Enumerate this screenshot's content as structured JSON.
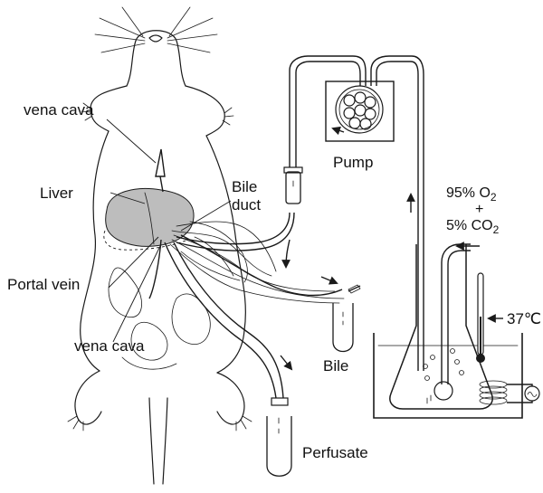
{
  "labels": {
    "vena_cava_top": "vena cava",
    "liver": "Liver",
    "bile_duct_line1": "Bile",
    "bile_duct_line2": "duct",
    "portal_vein": "Portal vein",
    "vena_cava_bottom": "vena cava",
    "pump": "Pump",
    "bile": "Bile",
    "perfusate": "Perfusate",
    "temperature": "37℃"
  },
  "gas": {
    "o2_prefix": "95% O",
    "o2_sub": "2",
    "plus": "+",
    "co2_prefix": "5% CO",
    "co2_sub": "2"
  },
  "colors": {
    "liver_fill": "#bdbdbd",
    "line": "#1a1a1a",
    "background": "#ffffff"
  }
}
